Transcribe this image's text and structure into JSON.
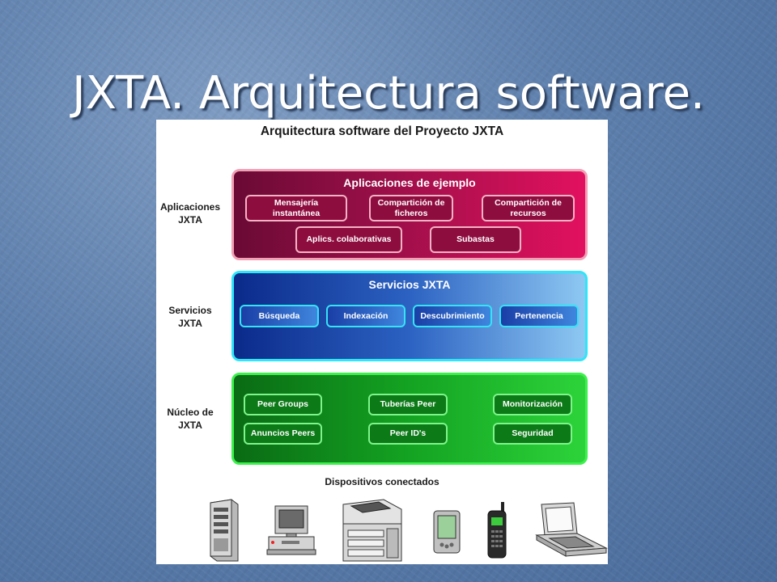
{
  "slide": {
    "title": "JXTA. Arquitectura software."
  },
  "figure": {
    "title": "Arquitectura software del Proyecto JXTA",
    "side_labels": {
      "apps": "Aplicaciones\nJXTA",
      "services": "Servicios\nJXTA",
      "core": "Núcleo de\nJXTA"
    },
    "apps_layer": {
      "title": "Aplicaciones de ejemplo",
      "items": [
        "Mensajería\ninstantánea",
        "Compartición de\nficheros",
        "Compartición de\nrecursos",
        "Aplics. colaborativas",
        "Subastas"
      ]
    },
    "services_layer": {
      "title": "Servicios JXTA",
      "items": [
        "Búsqueda",
        "Indexación",
        "Descubrimiento",
        "Pertenencia"
      ]
    },
    "core_layer": {
      "items": [
        "Peer Groups",
        "Tuberías Peer",
        "Monitorización",
        "Anuncios Peers",
        "Peer ID's",
        "Seguridad"
      ]
    },
    "devices": {
      "title": "Dispositivos conectados",
      "icons": [
        "server-icon",
        "desktop-computer-icon",
        "printer-icon",
        "pda-icon",
        "mobile-phone-icon",
        "laptop-icon"
      ]
    }
  },
  "colors": {
    "apps": "#9d0f49",
    "services": "#2c62c2",
    "core": "#14a322",
    "apps_border": "#f2a0b6",
    "services_border": "#2ee6f8",
    "core_border": "#3df04d"
  }
}
